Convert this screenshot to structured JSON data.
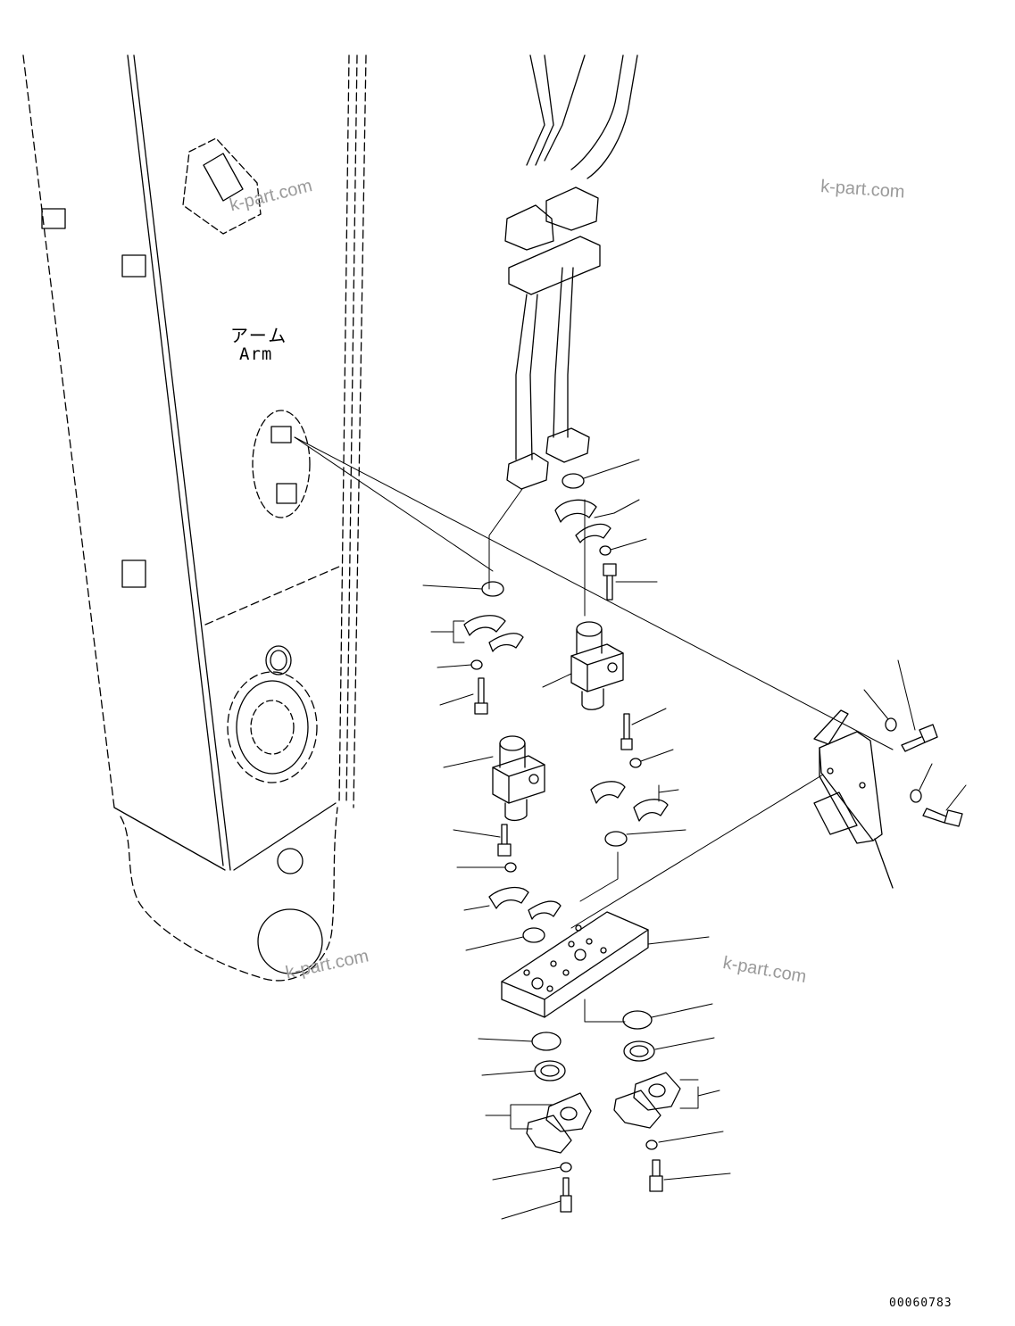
{
  "labels": {
    "arm_jp": "アーム",
    "arm_en": "Arm",
    "doc_number": "00060783"
  },
  "watermarks": [
    "k-part.com",
    "k-part.com",
    "k-part.com",
    "k-part.com"
  ],
  "colors": {
    "line": "#000000",
    "watermark": "#9a9a9a",
    "background": "#ffffff"
  }
}
